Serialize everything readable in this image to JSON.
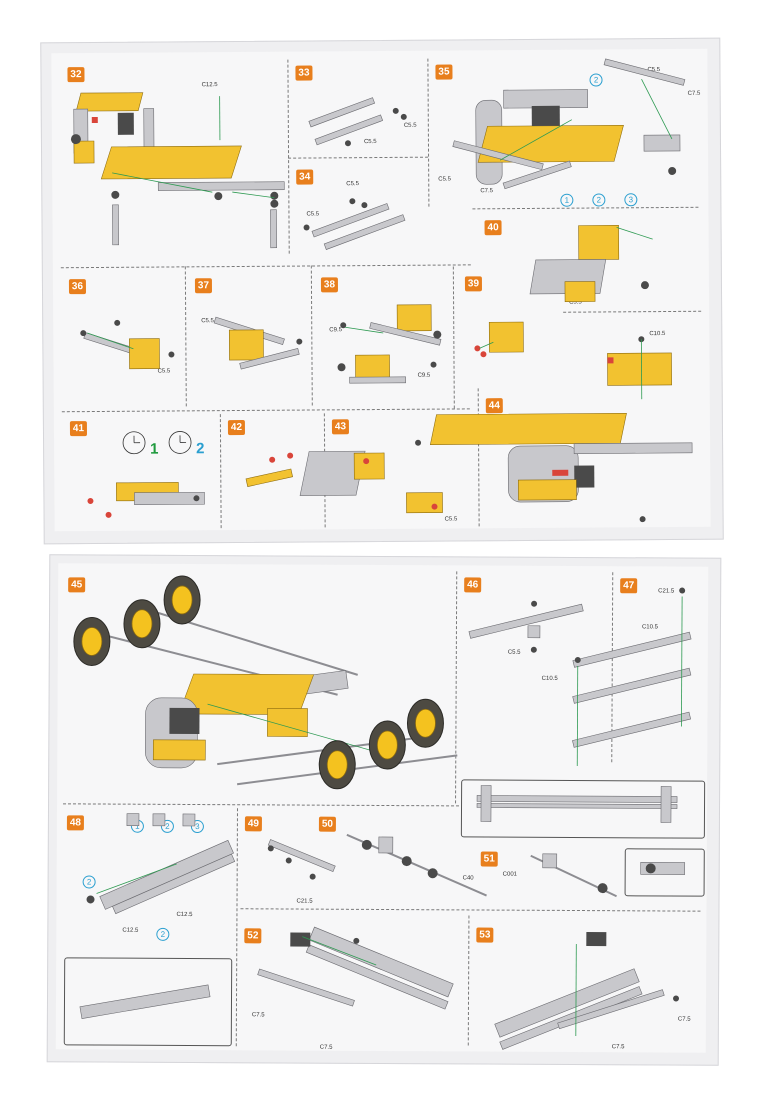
{
  "top_sheet": {
    "steps": [
      "32",
      "33",
      "34",
      "35",
      "36",
      "37",
      "38",
      "39",
      "40",
      "41",
      "42",
      "43",
      "44"
    ],
    "parts": {
      "s32": "C12.5",
      "s33": [
        "C5.5",
        "C5.5"
      ],
      "s34": [
        "C5.5",
        "C5.5"
      ],
      "s35": [
        "C5.5",
        "C7.5",
        "C5.5",
        "C7.5"
      ],
      "s36": "C5.5",
      "s37": "C5.5",
      "s38": [
        "C9.5",
        "C9.5"
      ],
      "s40": "C5.5",
      "s43": "C5.5",
      "s44": "C10.5"
    },
    "order_marks": [
      "1",
      "2",
      "3"
    ],
    "hand_marks": [
      "1",
      "2"
    ],
    "s35_mark": "2"
  },
  "bottom_sheet": {
    "steps": [
      "45",
      "46",
      "47",
      "48",
      "49",
      "50",
      "51",
      "52",
      "53"
    ],
    "parts": {
      "s46": "C5.5",
      "s47": [
        "C21.5",
        "C10.5",
        "C10.5"
      ],
      "s48": [
        "C12.5",
        "C12.5"
      ],
      "s49": "C21.5",
      "s50": "C40",
      "s51": "C001",
      "s52": [
        "C7.5",
        "C7.5"
      ],
      "s53": [
        "C7.5",
        "C7.5"
      ]
    },
    "order_marks": [
      "1",
      "2",
      "3"
    ],
    "s48_marks": [
      "2",
      "2"
    ]
  },
  "colors": {
    "step_badge": "#e87f1d",
    "panel_yellow": "#f2c230",
    "metal": "#c8c8cc",
    "order_blue": "#2a9fd0",
    "green_marker": "#1f9a3e",
    "blue_marker": "#2a9fd0"
  }
}
